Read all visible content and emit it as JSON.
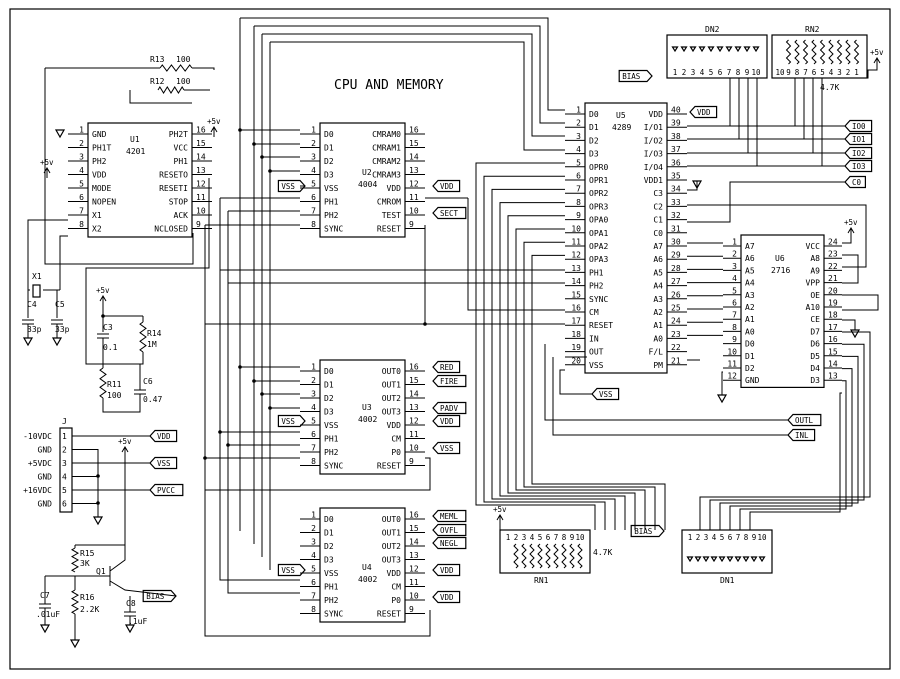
{
  "title": "CPU AND MEMORY",
  "resistors_top": [
    {
      "ref": "R13",
      "value": "100"
    },
    {
      "ref": "R12",
      "value": "100"
    }
  ],
  "chips": [
    {
      "id": "U1",
      "ref": "U1",
      "part": "4201",
      "left": [
        [
          "1",
          "GND"
        ],
        [
          "2",
          "PH1T"
        ],
        [
          "3",
          "PH2"
        ],
        [
          "4",
          "VDD"
        ],
        [
          "5",
          "MODE"
        ],
        [
          "6",
          "NOPEN"
        ],
        [
          "7",
          "X1"
        ],
        [
          "8",
          "X2"
        ]
      ],
      "right": [
        [
          "16",
          "PH2T"
        ],
        [
          "15",
          "VCC"
        ],
        [
          "14",
          "PH1"
        ],
        [
          "13",
          "RESETO"
        ],
        [
          "12",
          "RESETI"
        ],
        [
          "11",
          "STOP"
        ],
        [
          "10",
          "ACK"
        ],
        [
          "9",
          "NCLOSED"
        ]
      ]
    },
    {
      "id": "U2",
      "ref": "U2",
      "part": "4004",
      "left": [
        [
          "1",
          "D0"
        ],
        [
          "2",
          "D1"
        ],
        [
          "3",
          "D2"
        ],
        [
          "4",
          "D3"
        ],
        [
          "5",
          "VSS"
        ],
        [
          "6",
          "PH1"
        ],
        [
          "7",
          "PH2"
        ],
        [
          "8",
          "SYNC"
        ]
      ],
      "right": [
        [
          "16",
          "CMRAM0"
        ],
        [
          "15",
          "CMRAM1"
        ],
        [
          "14",
          "CMRAM2"
        ],
        [
          "13",
          "CMRAM3"
        ],
        [
          "12",
          "VDD"
        ],
        [
          "11",
          "CMROM"
        ],
        [
          "10",
          "TEST"
        ],
        [
          "9",
          "RESET"
        ]
      ]
    },
    {
      "id": "U3",
      "ref": "U3",
      "part": "4002",
      "left": [
        [
          "1",
          "D0"
        ],
        [
          "2",
          "D1"
        ],
        [
          "3",
          "D2"
        ],
        [
          "4",
          "D3"
        ],
        [
          "5",
          "VSS"
        ],
        [
          "6",
          "PH1"
        ],
        [
          "7",
          "PH2"
        ],
        [
          "8",
          "SYNC"
        ]
      ],
      "right": [
        [
          "16",
          "OUT0"
        ],
        [
          "15",
          "OUT1"
        ],
        [
          "14",
          "OUT2"
        ],
        [
          "13",
          "OUT3"
        ],
        [
          "12",
          "VDD"
        ],
        [
          "11",
          "CM"
        ],
        [
          "10",
          "P0"
        ],
        [
          "9",
          "RESET"
        ]
      ]
    },
    {
      "id": "U4",
      "ref": "U4",
      "part": "4002",
      "left": [
        [
          "1",
          "D0"
        ],
        [
          "2",
          "D1"
        ],
        [
          "3",
          "D2"
        ],
        [
          "4",
          "D3"
        ],
        [
          "5",
          "VSS"
        ],
        [
          "6",
          "PH1"
        ],
        [
          "7",
          "PH2"
        ],
        [
          "8",
          "SYNC"
        ]
      ],
      "right": [
        [
          "16",
          "OUT0"
        ],
        [
          "15",
          "OUT1"
        ],
        [
          "14",
          "OUT2"
        ],
        [
          "13",
          "OUT3"
        ],
        [
          "12",
          "VDD"
        ],
        [
          "11",
          "CM"
        ],
        [
          "10",
          "P0"
        ],
        [
          "9",
          "RESET"
        ]
      ]
    },
    {
      "id": "U5",
      "ref": "U5",
      "part": "4289",
      "left": [
        [
          "1",
          "D0"
        ],
        [
          "2",
          "D1"
        ],
        [
          "3",
          "D2"
        ],
        [
          "4",
          "D3"
        ],
        [
          "5",
          "OPR0"
        ],
        [
          "6",
          "OPR1"
        ],
        [
          "7",
          "OPR2"
        ],
        [
          "8",
          "OPR3"
        ],
        [
          "9",
          "OPA0"
        ],
        [
          "10",
          "OPA1"
        ],
        [
          "11",
          "OPA2"
        ],
        [
          "12",
          "OPA3"
        ],
        [
          "13",
          "PH1"
        ],
        [
          "14",
          "PH2"
        ],
        [
          "15",
          "SYNC"
        ],
        [
          "16",
          "CM"
        ],
        [
          "17",
          "RESET"
        ],
        [
          "18",
          "IN"
        ],
        [
          "19",
          "OUT"
        ],
        [
          "20",
          "VSS"
        ]
      ],
      "right": [
        [
          "40",
          "VDD"
        ],
        [
          "39",
          "I/O1"
        ],
        [
          "38",
          "I/O2"
        ],
        [
          "37",
          "I/O3"
        ],
        [
          "36",
          "I/O4"
        ],
        [
          "35",
          "VDD1"
        ],
        [
          "34",
          "C3"
        ],
        [
          "33",
          "C2"
        ],
        [
          "32",
          "C1"
        ],
        [
          "31",
          "C0"
        ],
        [
          "30",
          "A7"
        ],
        [
          "29",
          "A6"
        ],
        [
          "28",
          "A5"
        ],
        [
          "27",
          "A4"
        ],
        [
          "26",
          "A3"
        ],
        [
          "25",
          "A2"
        ],
        [
          "24",
          "A1"
        ],
        [
          "23",
          "A0"
        ],
        [
          "22",
          "F/L"
        ],
        [
          "21",
          "PM"
        ]
      ]
    },
    {
      "id": "U6",
      "ref": "U6",
      "part": "2716",
      "left": [
        [
          "1",
          "A7"
        ],
        [
          "2",
          "A6"
        ],
        [
          "3",
          "A5"
        ],
        [
          "4",
          "A4"
        ],
        [
          "5",
          "A3"
        ],
        [
          "6",
          "A2"
        ],
        [
          "7",
          "A1"
        ],
        [
          "8",
          "A0"
        ],
        [
          "9",
          "D0"
        ],
        [
          "10",
          "D1"
        ],
        [
          "11",
          "D2"
        ],
        [
          "12",
          "GND"
        ]
      ],
      "right": [
        [
          "24",
          "VCC"
        ],
        [
          "23",
          "A8"
        ],
        [
          "22",
          "A9"
        ],
        [
          "21",
          "VPP"
        ],
        [
          "20",
          "OE"
        ],
        [
          "19",
          "A10"
        ],
        [
          "18",
          "CE"
        ],
        [
          "17",
          "D7"
        ],
        [
          "16",
          "D6"
        ],
        [
          "15",
          "D5"
        ],
        [
          "14",
          "D4"
        ],
        [
          "13",
          "D3"
        ]
      ]
    }
  ],
  "flags": {
    "vss_u2": "VSS",
    "vdd_u2": "VDD",
    "sect": "SECT",
    "red": "RED",
    "fire": "FIRE",
    "padv": "PADV",
    "vdd_u3": "VDD",
    "vss_u3": "VSS",
    "vss_u3p0": "VSS",
    "meml": "MEML",
    "ovfl": "OVFL",
    "negl": "NEGL",
    "vdd_u4": "VDD",
    "vdd_u4p0": "VDD",
    "vss_u4": "VSS",
    "vdd_u5": "VDD",
    "vss_u5": "VSS",
    "c0": "C0",
    "outl": "OUTL",
    "inl": "INL",
    "io0": "IO0",
    "io1": "IO1",
    "io2": "IO2",
    "io3": "IO3",
    "bias_dn2": "BIAS",
    "bias_dn1": "BIAS",
    "bias_q1": "BIAS",
    "j_vdd": "VDD",
    "j_vss": "VSS",
    "j_pvcc": "PVCC"
  },
  "connector": {
    "ref": "J",
    "pins": [
      [
        "1",
        "-10VDC"
      ],
      [
        "2",
        "GND"
      ],
      [
        "3",
        "+5VDC"
      ],
      [
        "4",
        "GND"
      ],
      [
        "5",
        "+16VDC"
      ],
      [
        "6",
        "GND"
      ]
    ]
  },
  "components": {
    "x1": "X1",
    "c4": "C4",
    "c4_val": "33p",
    "c5": "C5",
    "c5_val": "33p",
    "c3": "C3",
    "c3_val": "0.1",
    "r14": "R14",
    "r14_val": "1M",
    "r11": "R11",
    "r11_val": "100",
    "c6": "C6",
    "c6_val": "0.47",
    "r15": "R15",
    "r15_val": "3K",
    "q1": "Q1",
    "r16": "R16",
    "r16_val": "2.2K",
    "c7": "C7",
    "c7_val": ".01uF",
    "c8": "C8",
    "c8_val": ".1uF"
  },
  "power": "+5v",
  "networks": {
    "dn2": "DN2",
    "rn2": "RN2",
    "rn2_val": "4.7K",
    "rn1": "RN1",
    "rn1_val": "4.7K",
    "dn1": "DN1",
    "pins": [
      "1",
      "2",
      "3",
      "4",
      "5",
      "6",
      "7",
      "8",
      "9",
      "10"
    ],
    "pins_rev": [
      "10",
      "9",
      "8",
      "7",
      "6",
      "5",
      "4",
      "3",
      "2",
      "1"
    ]
  }
}
